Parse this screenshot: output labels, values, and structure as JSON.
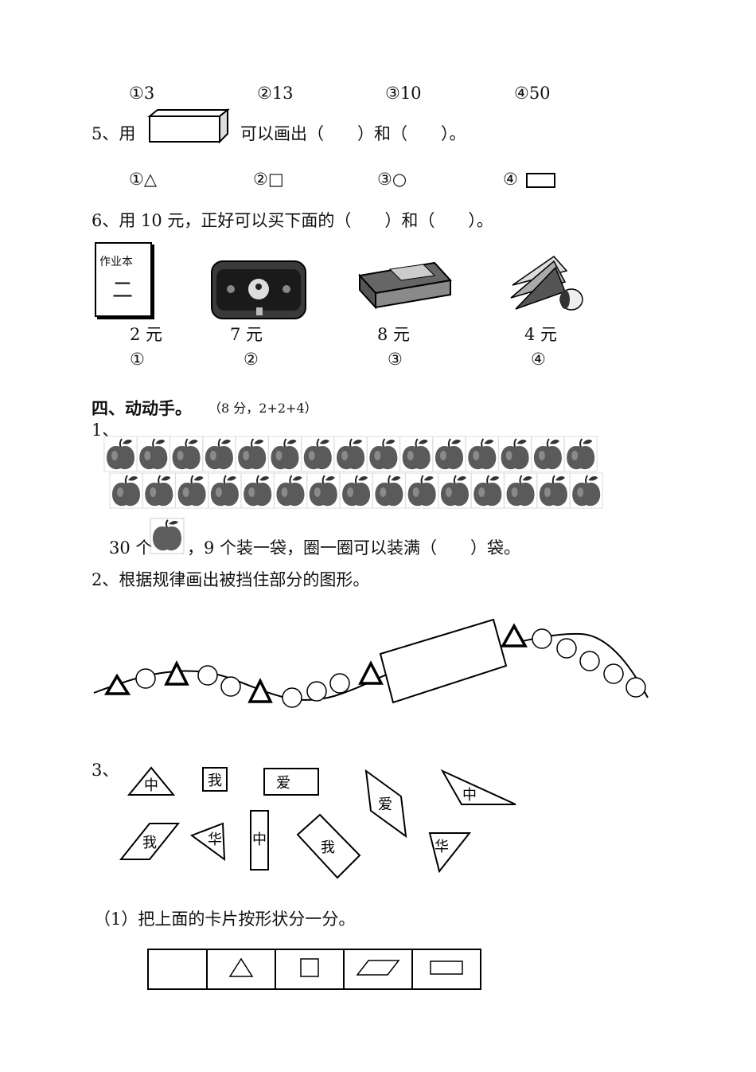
{
  "q4_options": [
    "①3",
    "②13",
    "③10",
    "④50"
  ],
  "q5": {
    "prefix": "5、用",
    "suffix": "可以画出（　　）和（　　）。",
    "options": [
      "①△",
      "②□",
      "③○",
      "④"
    ]
  },
  "q6": {
    "text": "6、用 10 元，正好可以买下面的（　　）和（　　）。",
    "notebook_label": "作业本",
    "notebook_number": "二",
    "items": [
      {
        "price": "2 元",
        "num": "①"
      },
      {
        "price": "7 元",
        "num": "②"
      },
      {
        "price": "8 元",
        "num": "③"
      },
      {
        "price": "4 元",
        "num": "④"
      }
    ]
  },
  "section4": {
    "title": "四、动动手。",
    "score": "（8 分，2+2+4）"
  },
  "p1": {
    "label": "1、",
    "sentence_prefix": "30 个",
    "sentence_suffix": "，9 个装一袋，圈一圈可以装满（　　）袋。"
  },
  "p2": {
    "text": "2、根据规律画出被挡住部分的图形。"
  },
  "p3": {
    "label": "3、",
    "cards": [
      "中",
      "我",
      "爱",
      "爱",
      "中",
      "我",
      "华",
      "中",
      "我",
      "华"
    ],
    "sub1": "（1）把上面的卡片按形状分一分。"
  }
}
